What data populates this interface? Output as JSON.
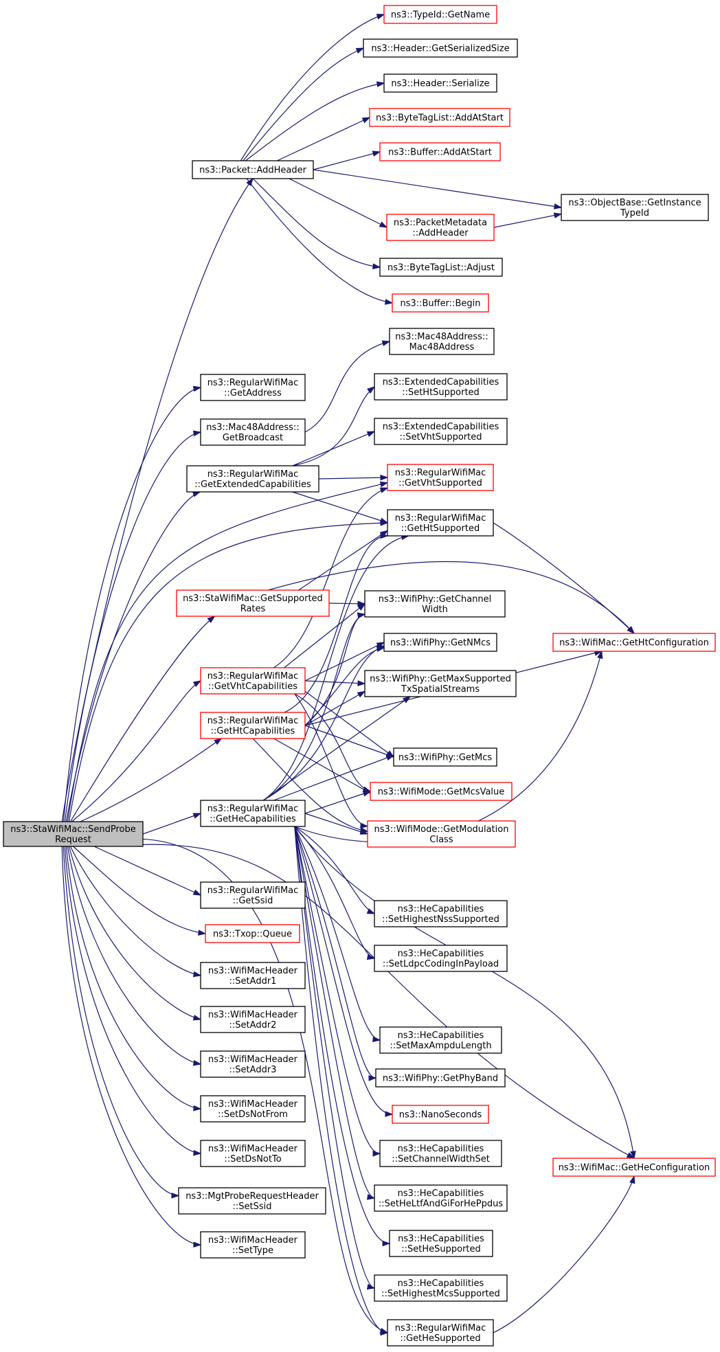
{
  "colors": {
    "edge": "#191970",
    "node_border": "#000000",
    "node_border_external": "#ff0000",
    "root_fill": "#bfbfbf",
    "node_fill": "#ffffff"
  },
  "nodes": [
    {
      "id": "root",
      "lines": [
        "ns3::StaWifiMac::SendProbe",
        "Request"
      ],
      "style": "root"
    },
    {
      "id": "addheader",
      "lines": [
        "ns3::Packet::AddHeader"
      ],
      "style": "black"
    },
    {
      "id": "typeid",
      "lines": [
        "ns3::TypeId::GetName"
      ],
      "style": "red"
    },
    {
      "id": "hdrsize",
      "lines": [
        "ns3::Header::GetSerializedSize"
      ],
      "style": "black"
    },
    {
      "id": "hdrser",
      "lines": [
        "ns3::Header::Serialize"
      ],
      "style": "black"
    },
    {
      "id": "btaddstart",
      "lines": [
        "ns3::ByteTagList::AddAtStart"
      ],
      "style": "red"
    },
    {
      "id": "bufaddstart",
      "lines": [
        "ns3::Buffer::AddAtStart"
      ],
      "style": "red"
    },
    {
      "id": "objbase",
      "lines": [
        "ns3::ObjectBase::GetInstance",
        "TypeId"
      ],
      "style": "black"
    },
    {
      "id": "pmaddhdr",
      "lines": [
        "ns3::PacketMetadata",
        "::AddHeader"
      ],
      "style": "red"
    },
    {
      "id": "btadjust",
      "lines": [
        "ns3::ByteTagList::Adjust"
      ],
      "style": "black"
    },
    {
      "id": "bufbegin",
      "lines": [
        "ns3::Buffer::Begin"
      ],
      "style": "red"
    },
    {
      "id": "mac48ctor",
      "lines": [
        "ns3::Mac48Address::",
        "Mac48Address"
      ],
      "style": "black"
    },
    {
      "id": "getaddress",
      "lines": [
        "ns3::RegularWifiMac",
        "::GetAddress"
      ],
      "style": "black"
    },
    {
      "id": "extsetht",
      "lines": [
        "ns3::ExtendedCapabilities",
        "::SetHtSupported"
      ],
      "style": "black"
    },
    {
      "id": "getbroadcast",
      "lines": [
        "ns3::Mac48Address::",
        "GetBroadcast"
      ],
      "style": "black"
    },
    {
      "id": "extsetvht",
      "lines": [
        "ns3::ExtendedCapabilities",
        "::SetVhtSupported"
      ],
      "style": "black"
    },
    {
      "id": "getextcap",
      "lines": [
        "ns3::RegularWifiMac",
        "::GetExtendedCapabilities"
      ],
      "style": "black"
    },
    {
      "id": "getvhtsup",
      "lines": [
        "ns3::RegularWifiMac",
        "::GetVhtSupported"
      ],
      "style": "red"
    },
    {
      "id": "gethtsup",
      "lines": [
        "ns3::RegularWifiMac",
        "::GetHtSupported"
      ],
      "style": "black"
    },
    {
      "id": "getsuprates",
      "lines": [
        "ns3::StaWifiMac::GetSupported",
        "Rates"
      ],
      "style": "red"
    },
    {
      "id": "getchw",
      "lines": [
        "ns3::WifiPhy::GetChannel",
        "Width"
      ],
      "style": "black"
    },
    {
      "id": "gethtconf",
      "lines": [
        "ns3::WifiMac::GetHtConfiguration"
      ],
      "style": "red"
    },
    {
      "id": "getnmcs",
      "lines": [
        "ns3::WifiPhy::GetNMcs"
      ],
      "style": "black"
    },
    {
      "id": "getvhtcap",
      "lines": [
        "ns3::RegularWifiMac",
        "::GetVhtCapabilities"
      ],
      "style": "red"
    },
    {
      "id": "getmaxss",
      "lines": [
        "ns3::WifiPhy::GetMaxSupported",
        "TxSpatialStreams"
      ],
      "style": "black"
    },
    {
      "id": "gethtcap",
      "lines": [
        "ns3::RegularWifiMac",
        "::GetHtCapabilities"
      ],
      "style": "red"
    },
    {
      "id": "getmcs",
      "lines": [
        "ns3::WifiPhy::GetMcs"
      ],
      "style": "black"
    },
    {
      "id": "getmcsval",
      "lines": [
        "ns3::WifiMode::GetMcsValue"
      ],
      "style": "red"
    },
    {
      "id": "gethecap",
      "lines": [
        "ns3::RegularWifiMac",
        "::GetHeCapabilities"
      ],
      "style": "black"
    },
    {
      "id": "getmodclass",
      "lines": [
        "ns3::WifiMode::GetModulation",
        "Class"
      ],
      "style": "red"
    },
    {
      "id": "getssid",
      "lines": [
        "ns3::RegularWifiMac",
        "::GetSsid"
      ],
      "style": "black"
    },
    {
      "id": "hesetnss",
      "lines": [
        "ns3::HeCapabilities",
        "::SetHighestNssSupported"
      ],
      "style": "black"
    },
    {
      "id": "txopqueue",
      "lines": [
        "ns3::Txop::Queue"
      ],
      "style": "red"
    },
    {
      "id": "hesetldpc",
      "lines": [
        "ns3::HeCapabilities",
        "::SetLdpcCodingInPayload"
      ],
      "style": "black"
    },
    {
      "id": "setaddr1",
      "lines": [
        "ns3::WifiMacHeader",
        "::SetAddr1"
      ],
      "style": "black"
    },
    {
      "id": "setaddr2",
      "lines": [
        "ns3::WifiMacHeader",
        "::SetAddr2"
      ],
      "style": "black"
    },
    {
      "id": "hesetampdu",
      "lines": [
        "ns3::HeCapabilities",
        "::SetMaxAmpduLength"
      ],
      "style": "black"
    },
    {
      "id": "setaddr3",
      "lines": [
        "ns3::WifiMacHeader",
        "::SetAddr3"
      ],
      "style": "black"
    },
    {
      "id": "getphyband",
      "lines": [
        "ns3::WifiPhy::GetPhyBand"
      ],
      "style": "black"
    },
    {
      "id": "setdsnotfrom",
      "lines": [
        "ns3::WifiMacHeader",
        "::SetDsNotFrom"
      ],
      "style": "black"
    },
    {
      "id": "nanosec",
      "lines": [
        "ns3::NanoSeconds"
      ],
      "style": "red"
    },
    {
      "id": "hesetchw",
      "lines": [
        "ns3::HeCapabilities",
        "::SetChannelWidthSet"
      ],
      "style": "black"
    },
    {
      "id": "setdsnotto",
      "lines": [
        "ns3::WifiMacHeader",
        "::SetDsNotTo"
      ],
      "style": "black"
    },
    {
      "id": "getheconf",
      "lines": [
        "ns3::WifiMac::GetHeConfiguration"
      ],
      "style": "red"
    },
    {
      "id": "mgtsetssid",
      "lines": [
        "ns3::MgtProbeRequestHeader",
        "::SetSsid"
      ],
      "style": "black"
    },
    {
      "id": "hesetltf",
      "lines": [
        "ns3::HeCapabilities",
        "::SetHeLtfAndGiForHePpdus"
      ],
      "style": "black"
    },
    {
      "id": "settype",
      "lines": [
        "ns3::WifiMacHeader",
        "::SetType"
      ],
      "style": "black"
    },
    {
      "id": "hesethe",
      "lines": [
        "ns3::HeCapabilities",
        "::SetHeSupported"
      ],
      "style": "black"
    },
    {
      "id": "hesetmcs",
      "lines": [
        "ns3::HeCapabilities",
        "::SetHighestMcsSupported"
      ],
      "style": "black"
    },
    {
      "id": "getheSup",
      "lines": [
        "ns3::RegularWifiMac",
        "::GetHeSupported"
      ],
      "style": "black"
    }
  ]
}
